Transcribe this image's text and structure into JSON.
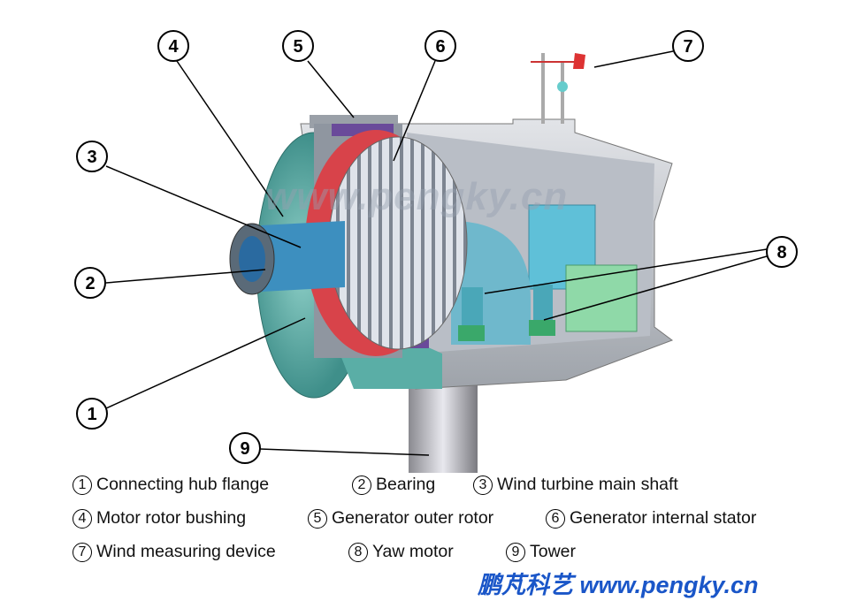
{
  "callouts": [
    "1",
    "2",
    "3",
    "4",
    "5",
    "6",
    "7",
    "8",
    "9"
  ],
  "legend": [
    {
      "num": "1",
      "label": "Connecting hub flange"
    },
    {
      "num": "2",
      "label": "Bearing"
    },
    {
      "num": "3",
      "label": "Wind turbine main shaft"
    },
    {
      "num": "4",
      "label": "Motor rotor bushing"
    },
    {
      "num": "5",
      "label": "Generator outer rotor"
    },
    {
      "num": "6",
      "label": "Generator internal stator"
    },
    {
      "num": "7",
      "label": "Wind measuring device"
    },
    {
      "num": "8",
      "label": "Yaw motor"
    },
    {
      "num": "9",
      "label": "Tower"
    }
  ],
  "watermark": "www.pengky.cn",
  "brand": "鹏芃科艺 www.pengky.cn",
  "colors": {
    "hub": "#5fb3ad",
    "nacelle": "#c9cdd2",
    "rotor_ring": "#d8434a",
    "stator": "#a0a8b4",
    "magnets": "#6a4a9a",
    "cabinet": "#5fc0d8",
    "box": "#8fd9a8",
    "motor": "#3aa86a",
    "brand": "#1a56c8"
  }
}
